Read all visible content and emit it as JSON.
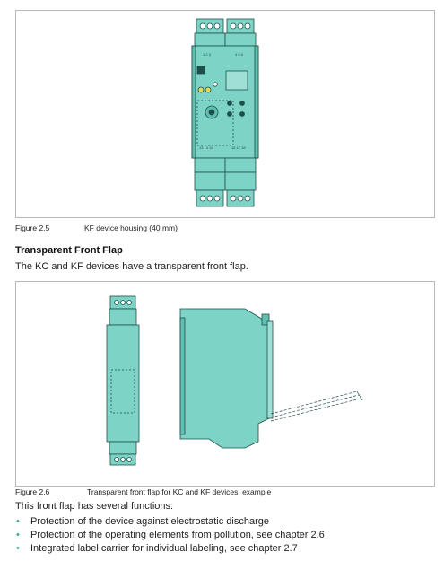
{
  "figure1": {
    "number": "Figure 2.5",
    "title": "KF device housing (40 mm)"
  },
  "section": {
    "heading": "Transparent Front Flap",
    "intro": "The KC and KF devices have a transparent front flap."
  },
  "figure2": {
    "number": "Figure 2.6",
    "title": "Transparent front flap for KC and KF devices, example"
  },
  "functions": {
    "lead": "This front flap has several functions:",
    "items": [
      "Protection of the device against electrostatic discharge",
      "Protection of the operating elements from pollution, see chapter 2.6",
      "Integrated label carrier for individual labeling, see chapter 2.7"
    ]
  },
  "colors": {
    "housing": "#7dd3c6",
    "outline": "#1e4e49",
    "bullet": "#3aa8a0"
  }
}
